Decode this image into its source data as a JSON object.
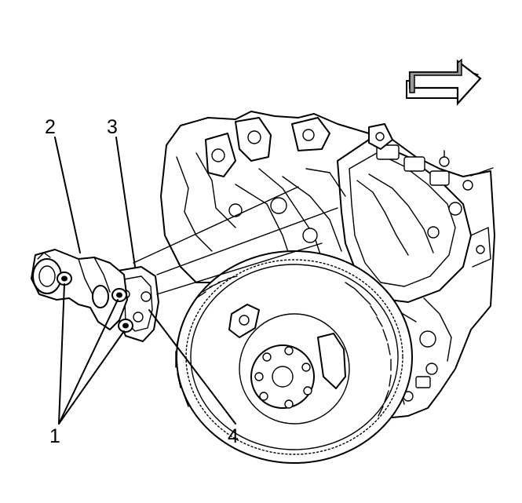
{
  "callouts": {
    "c1": "1",
    "c2": "2",
    "c3": "3",
    "c4": "4"
  },
  "icons": {
    "direction_arrow": "front-direction-arrow-icon"
  }
}
